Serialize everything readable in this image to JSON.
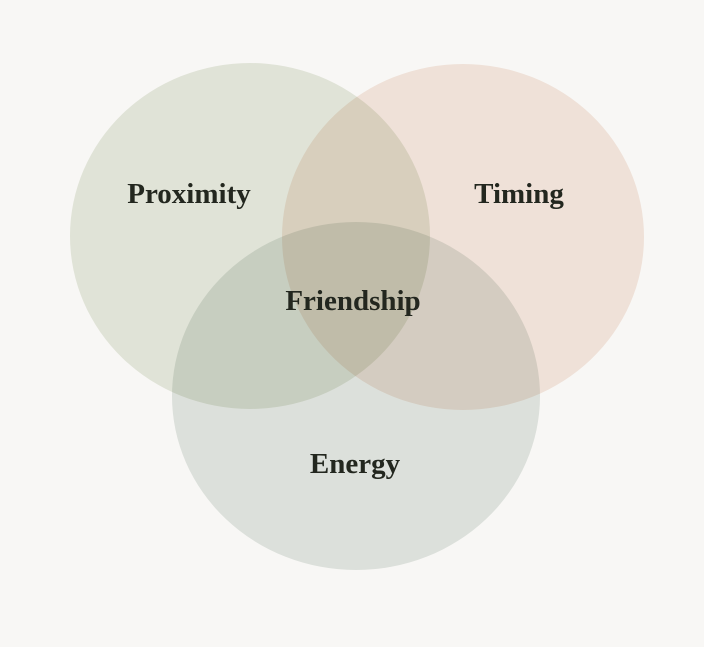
{
  "diagram": {
    "type": "venn",
    "sets": [
      {
        "label": "Proximity",
        "color": "#e7ebe0"
      },
      {
        "label": "Timing",
        "color": "#f6e9e1"
      },
      {
        "label": "Energy",
        "color": "#e3e8e4"
      }
    ],
    "center_label": "Friendship",
    "background": "#f8f7f5"
  }
}
